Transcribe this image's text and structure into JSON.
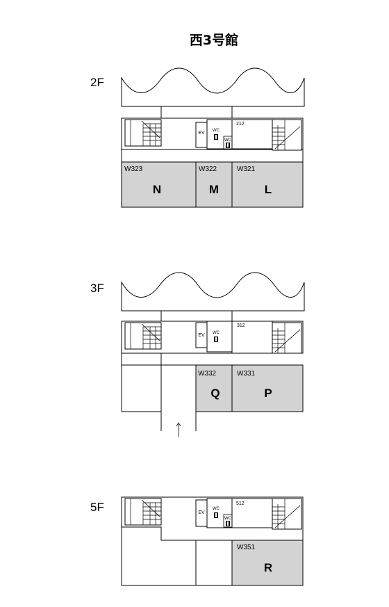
{
  "building_title": "西3号館",
  "floors": {
    "f2": {
      "label": "2F",
      "ev": "EV",
      "wc": "WC",
      "wc2": "WC",
      "room_no": "212",
      "rooms": [
        {
          "code": "W323",
          "letter": "N"
        },
        {
          "code": "W322",
          "letter": "M"
        },
        {
          "code": "W321",
          "letter": "L"
        }
      ]
    },
    "f3": {
      "label": "3F",
      "ev": "EV",
      "wc": "WC",
      "room_no": "312",
      "rooms": [
        {
          "code": "W332",
          "letter": "Q"
        },
        {
          "code": "W331",
          "letter": "P"
        }
      ]
    },
    "f5": {
      "label": "5F",
      "ev": "EV",
      "wc": "WC",
      "wc2": "WC",
      "room_no": "512",
      "rooms": [
        {
          "code": "W351",
          "letter": "R"
        }
      ]
    }
  },
  "colors": {
    "room_fill": "#d3d3d3",
    "line": "#000000"
  }
}
